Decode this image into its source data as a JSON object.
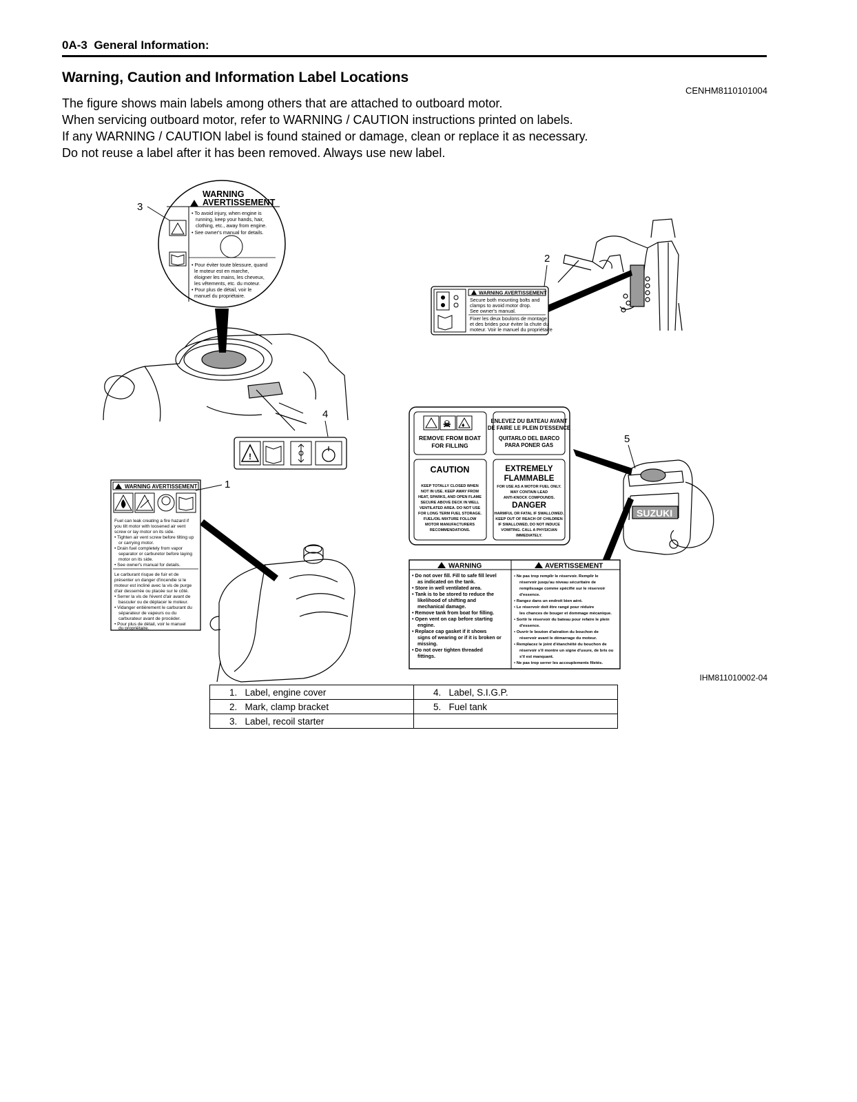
{
  "header": {
    "section": "0A-3",
    "title": "General Information:"
  },
  "page": {
    "title": "Warning, Caution and Information Label Locations",
    "doc_id": "CENHM8110101004",
    "intro": [
      "The figure shows main labels among others that are attached to outboard motor.",
      "When servicing outboard motor, refer to WARNING / CAUTION instructions printed on labels.",
      "If any WARNING / CAUTION label is found stained or damage, clean or replace it as necessary.",
      "Do not reuse a label after it has been removed. Always use new label."
    ]
  },
  "figure": {
    "id": "IHM811010002-04",
    "callouts": [
      "1",
      "2",
      "3",
      "4",
      "5"
    ],
    "label3": {
      "heading1": "WARNING",
      "heading2": "AVERTISSEMENT",
      "en": [
        "• To avoid injury, when engine is",
        "running, keep your hands, hair,",
        "clothing, etc., away from engine.",
        "• See owner's manual for details."
      ],
      "fr": [
        "• Pour éviter toute blessure, quand",
        "le moteur est en marche,",
        "éloigner les mains, les cheveux,",
        "les vêtements, etc. du moteur.",
        "• Pour plus de détail, voir le",
        "manuel du propriétaire."
      ]
    },
    "label2": {
      "heading": "WARNING  AVERTISSEMENT",
      "en": [
        "Secure both mounting bolts and",
        "clamps to avoid motor drop.",
        "See owner's manual."
      ],
      "fr": [
        "Fixer les deux boulons de montage",
        "et des brides pour éviter la chute du",
        "moteur. Voir le manuel du propriétaire"
      ]
    },
    "label1": {
      "heading": "WARNING   AVERTISSEMENT",
      "en": [
        "Fuel can leak creating a fire hazard if",
        "you tilt motor with loosened air vent",
        "screw or lay motor on its side.",
        "• Tighten air vent screw before tilting up",
        "or carrying motor.",
        "• Drain fuel completely from vapor",
        "separator or carburetor before laying",
        "motor on its side.",
        "• See owner's manual for details."
      ],
      "fr": [
        "Le carburant risque de fuir et de",
        "présenter un danger d'incendie si le",
        "moteur est incliné avec la vis de purge",
        "d'air desserrée ou placée sur le côté.",
        "• Serrer la vis de l'évent d'air avant de",
        "basculer ou de déplacer le moteur.",
        "• Vidanger entièrement le carburant du",
        "séparateur de vapeurs ou du",
        "carburateur avant de procéder.",
        "• Pour plus de détail, voir le manuel",
        "du propriétaire."
      ]
    },
    "tank_label": {
      "remove": [
        "REMOVE FROM BOAT",
        "FOR FILLING"
      ],
      "enlevez": [
        "ENLEVEZ DU BATEAU AVANT",
        "DE FAIRE LE PLEIN D'ESSENCE"
      ],
      "quitarlo": [
        "QUITARLO DEL BARCO",
        "PARA PONER GAS"
      ],
      "caution_title": "CAUTION",
      "caution": [
        "KEEP TOTALLY CLOSED WHEN",
        "NOT IN USE. KEEP AWAY FROM",
        "HEAT, SPARKS, AND OPEN FLAME",
        "SECURE ABOVE DECK IN WELL",
        "VENTILATED AREA. DO NOT USE",
        "FOR LONG TERM FUEL STORAGE.",
        "FUEL/OIL MIXTURE FOLLOW",
        "MOTOR MANUFACTURERS",
        "RECOMMENDATIONS."
      ],
      "flammable_title": [
        "EXTREMELY",
        "FLAMMABLE"
      ],
      "flammable": [
        "FOR USE AS A MOTOR FUEL ONLY.",
        "MAY CONTAIN LEAD",
        "ANTI-KNOCK COMPOUNDS."
      ],
      "danger_title": "DANGER",
      "danger": [
        "HARMFUL OR FATAL IF SWALLOWED.",
        "KEEP OUT OF REACH OF CHILDREN",
        "IF SWALLOWED, DO NOT INDUCE",
        "VOMITING. CALL A PHYSICIAN",
        "IMMEDIATELY."
      ]
    },
    "tank_warning": {
      "heading_en": "WARNING",
      "heading_fr": "AVERTISSEMENT",
      "en": [
        "• Do not over fill. Fill to safe fill level",
        "as indicated on the tank.",
        "• Store in well ventilated area.",
        "• Tank is to be stored to reduce the",
        "likelihood of shifting and",
        "mechanical damage.",
        "• Remove tank from boat for filling.",
        "• Open vent on cap before starting",
        "engine.",
        "• Replace cap gasket if it shows",
        "signs of wearing or if it is broken or",
        "missing.",
        "• Do not over tighten threaded",
        "fittings."
      ],
      "fr": [
        "• Ne pas trop remplir le réservoir. Remplir le",
        "réservoir jusqu'au niveau sécuritaire de",
        "remplissage comme spécifié sur le réservoir",
        "d'essence.",
        "• Rangez dans un endroit bien aéré.",
        "• Le réservoir doit être rangé pour réduire",
        "les chances de bouger et dommage mécanique.",
        "• Sortir le réservoir du bateau pour refaire le plein",
        "d'essence.",
        "• Ouvrir le bouton d'aération du bouchon de",
        "réservoir avant le démarrage du moteur.",
        "• Remplacez le joint d'étanchéité du bouchon de",
        "réservoir s'il montre un signe d'usure, de bris ou",
        "s'il est manquant.",
        "• Ne pas trop serrer les accouplements filetés."
      ]
    },
    "tank_brand": "SUZUKI"
  },
  "legend": [
    [
      "1.",
      "Label, engine cover",
      "4.",
      "Label, S.I.G.P."
    ],
    [
      "2.",
      "Mark, clamp bracket",
      "5.",
      "Fuel tank"
    ],
    [
      "3.",
      "Label, recoil starter",
      "",
      ""
    ]
  ]
}
